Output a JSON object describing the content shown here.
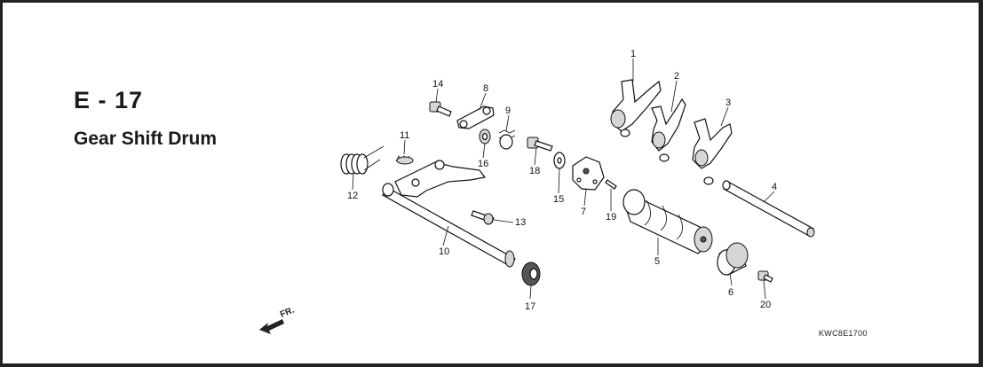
{
  "header": {
    "code": "E - 17",
    "title": "Gear Shift Drum"
  },
  "reference_code": "KWC8E1700",
  "direction_label": "FR.",
  "callouts": [
    "1",
    "2",
    "3",
    "4",
    "5",
    "6",
    "7",
    "8",
    "9",
    "10",
    "11",
    "12",
    "13",
    "14",
    "15",
    "16",
    "17",
    "18",
    "19",
    "20"
  ]
}
